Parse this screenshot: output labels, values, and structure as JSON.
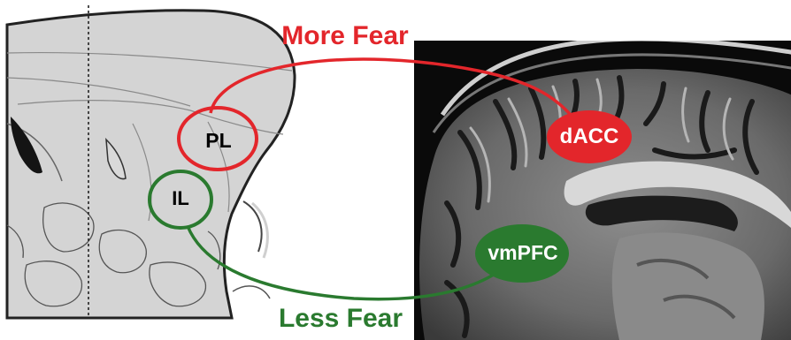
{
  "labels": {
    "more_fear": "More Fear",
    "less_fear": "Less Fear"
  },
  "regions": {
    "pl": "PL",
    "il": "IL",
    "dacc": "dACC",
    "vmpfc": "vmPFC"
  },
  "colors": {
    "more_fear": "#e3262b",
    "less_fear": "#2a7a2f",
    "rodent_tissue": "#d4d4d4",
    "mri_background": "#0a0a0a"
  }
}
